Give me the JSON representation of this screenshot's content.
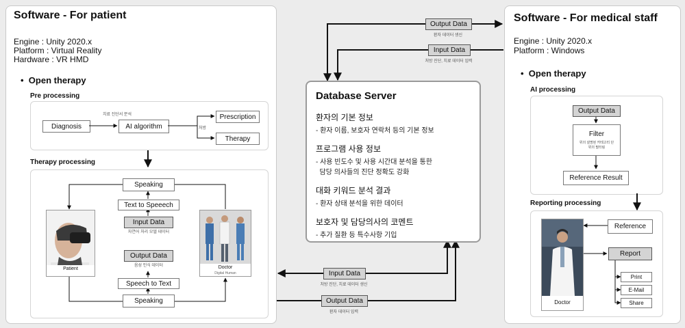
{
  "patient": {
    "title": "Software - For patient",
    "engine": "Engine : Unity 2020.x",
    "platform": "Platform : Virtual Reality",
    "hardware": "Hardware : VR HMD",
    "section": "Open therapy",
    "pre_processing": "Pre processing",
    "pre_note": "치료 진단서 분석",
    "diagnosis": "Diagnosis",
    "ai_algorithm": "AI algorithm",
    "branch_note": "처방",
    "prescription": "Prescription",
    "therapy": "Therapy",
    "therapy_processing": "Therapy processing",
    "speaking_top": "Speaking",
    "text_to_speech": "Text to Speeech",
    "input_data": "Input Data",
    "input_note": "자연어 처리 모델 데이터",
    "output_data": "Output Data",
    "output_note": "음성 인식 데이터",
    "speech_to_text": "Speech to Text",
    "speaking_bottom": "Speaking",
    "patient_label": "Patient",
    "doctor_label": "Doctor",
    "doctor_sub": "Digital Human"
  },
  "server": {
    "title": "Database Server",
    "items": [
      {
        "head": "환자의 기본 정보",
        "lines": [
          "- 환자 이름, 보호자 연락처 등의 기본 정보"
        ]
      },
      {
        "head": "프로그램 사용 정보",
        "lines": [
          "- 사용 빈도수 및 사용 시간대 분석을 통한",
          "  담당 의사들의 진단 정확도 강화"
        ]
      },
      {
        "head": "대화 키워드 분석 결과",
        "lines": [
          "- 환자 상태 분석을 위한 데이터"
        ]
      },
      {
        "head": "보호자 및 담당의사의 코멘트",
        "lines": [
          "- 추가 질환 등 특수사항 기입"
        ]
      }
    ]
  },
  "flows": {
    "top_output": "Output Data",
    "top_output_note": "환자 데이터 생신",
    "top_input": "Input Data",
    "top_input_note": "처방 진단, 치료 데이터 입력",
    "bottom_input": "Input Data",
    "bottom_input_note": "처방 진단, 치료 데이터 생신",
    "bottom_output": "Output Data",
    "bottom_output_note": "환자 데이터 입력"
  },
  "staff": {
    "title": "Software - For medical staff",
    "engine": "Engine : Unity 2020.x",
    "platform": "Platform : Windows",
    "section": "Open therapy",
    "ai_processing": "AI processing",
    "output_data": "Output Data",
    "filter": "Filter",
    "filter_note": "위의 설명된 카테고리 단위의 필터링",
    "reference_result": "Reference Result",
    "reporting_processing": "Reporting processing",
    "reference": "Reference",
    "report": "Report",
    "print": "Print",
    "email": "E-Mail",
    "share": "Share",
    "doctor_label": "Doctor"
  }
}
